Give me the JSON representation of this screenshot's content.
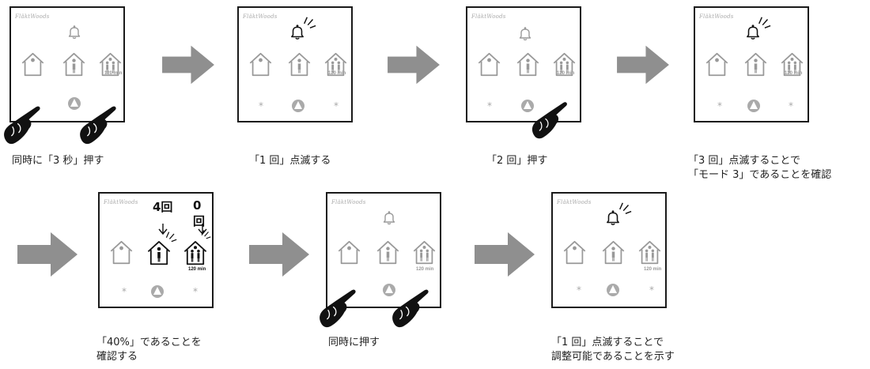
{
  "brand": "FläktWoods",
  "minutes_label": "120 min",
  "steps": [
    {
      "caption_lines": [
        "同時に「3 秒」押す"
      ]
    },
    {
      "caption_lines": [
        "「1 回」点滅する"
      ]
    },
    {
      "caption_lines": [
        "「2 回」押す"
      ]
    },
    {
      "caption_lines": [
        "「3 回」点滅することで",
        "「モード 3」であることを確認"
      ]
    },
    {
      "caption_lines": [
        "「40%」であることを",
        "確認する"
      ],
      "counts": [
        "4回",
        "0回"
      ]
    },
    {
      "caption_lines": [
        "同時に押す"
      ]
    },
    {
      "caption_lines": [
        "「1 回」点滅することで",
        "調整可能であることを示す"
      ]
    }
  ]
}
